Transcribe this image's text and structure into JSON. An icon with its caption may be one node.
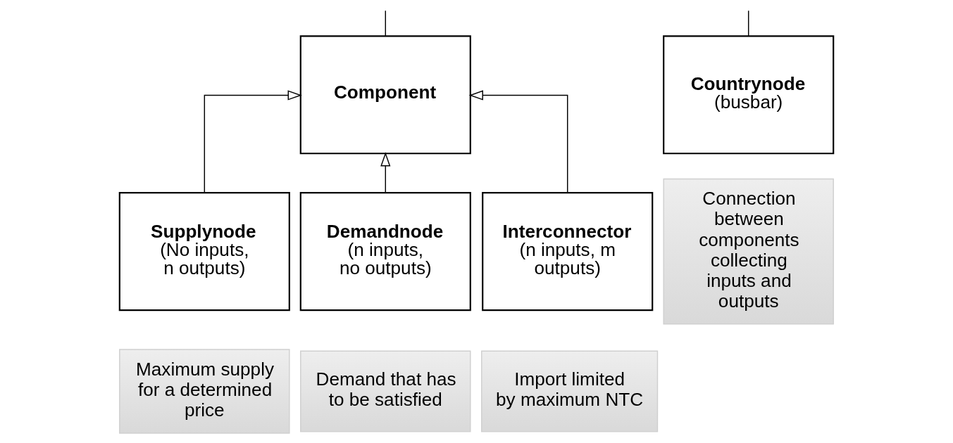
{
  "diagram": {
    "nodes": [
      {
        "text": [
          "Component"
        ]
      },
      {
        "text": [
          "Countrynode",
          "(busbar)"
        ]
      },
      {
        "text": [
          "Supplynode",
          "(No inputs, n outputs)"
        ]
      },
      {
        "text": [
          "Demandnode",
          "(n inputs, no outputs)"
        ]
      },
      {
        "text": [
          "Interconnector",
          "(n inputs, m outputs)"
        ]
      },
      {
        "text": [
          "Connection between components collecting inputs and outputs"
        ]
      },
      {
        "text": [
          "Maximum supply for a determined price"
        ]
      },
      {
        "text": [
          "Demand that has to be satisfied"
        ]
      },
      {
        "text": [
          "Import limited by maximum NTC"
        ]
      }
    ],
    "edges": [
      {
        "from": null,
        "to": 0,
        "arrow": "none"
      },
      {
        "from": null,
        "to": 1,
        "arrow": "none"
      },
      {
        "from": 2,
        "to": 0,
        "arrow": "to"
      },
      {
        "from": 3,
        "to": 0,
        "arrow": "to"
      },
      {
        "from": 4,
        "to": 0,
        "arrow": "to"
      }
    ]
  }
}
